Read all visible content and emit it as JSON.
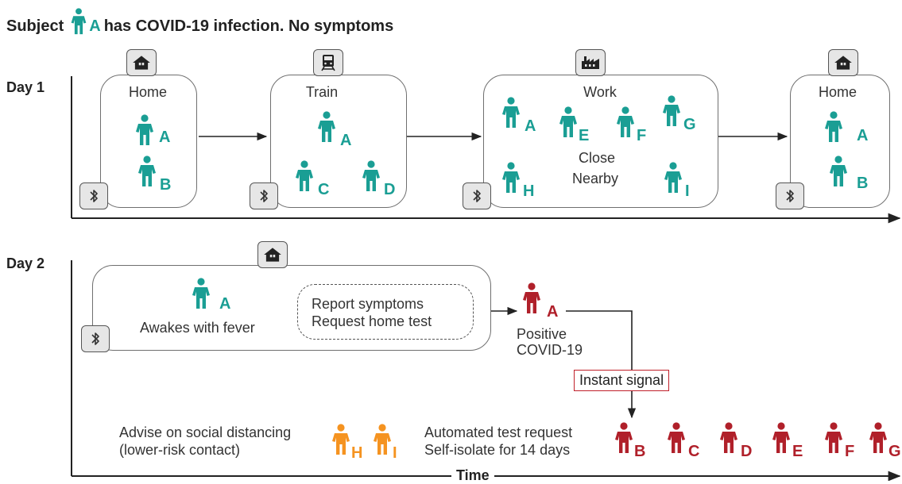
{
  "title": {
    "prefix": "Subject",
    "subject_letter": "A",
    "suffix": "has COVID-19 infection. No symptoms"
  },
  "day1": {
    "label": "Day 1",
    "locations": [
      {
        "name": "Home",
        "icon": "house-icon",
        "people": [
          "A",
          "B"
        ]
      },
      {
        "name": "Train",
        "icon": "train-icon",
        "people": [
          "A",
          "C",
          "D"
        ]
      },
      {
        "name": "Work",
        "icon": "factory-icon",
        "people": [
          "A",
          "E",
          "F",
          "G",
          "H",
          "I"
        ],
        "close_label": "Close",
        "nearby_label": "Nearby"
      },
      {
        "name": "Home",
        "icon": "house-icon",
        "people": [
          "A",
          "B"
        ]
      }
    ]
  },
  "day2": {
    "label": "Day 2",
    "home_icon": "house-icon",
    "person_a": "A",
    "awake_text": "Awakes with fever",
    "report_line1": "Report symptoms",
    "report_line2": "Request home test",
    "positive_letter": "A",
    "positive_line1": "Positive",
    "positive_line2": "COVID-19",
    "signal_label": "Instant signal",
    "advise_line1": "Advise on social distancing",
    "advise_line2": "(lower-risk contact)",
    "low_risk": [
      "H",
      "I"
    ],
    "auto_line1": "Automated test request",
    "auto_line2": "Self-isolate for 14 days",
    "high_risk": [
      "B",
      "C",
      "D",
      "E",
      "F",
      "G"
    ]
  },
  "time_label": "Time",
  "colors": {
    "teal": "#1a9e94",
    "red": "#b0202a",
    "orange": "#f59320",
    "icon_bg": "#e6e6e6"
  }
}
